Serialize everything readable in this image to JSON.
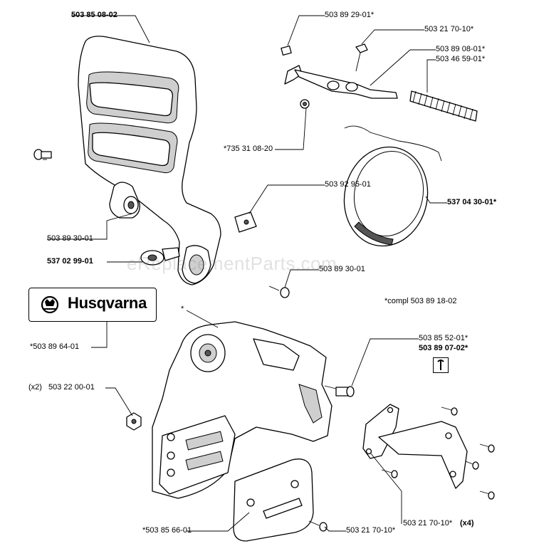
{
  "labels": {
    "handguard": "503 85 08-02",
    "top_pin": "503 89 29-01*",
    "screw_top": "503 21 70-10*",
    "spring_a": "503 89 08-01*",
    "spring_b": "503 46 59-01*",
    "circlip": "*735 31 08-20",
    "washer": "503 92 95-01",
    "brake_band": "537 04 30-01*",
    "screw_left": "503 89 30-01",
    "bushing": "537 02 99-01",
    "screw_mid": "503 89 30-01",
    "compl": "*compl 503 89 18-02",
    "decal": "*503 89 64-01",
    "cover_star": "*",
    "nut_qty": "(x2)",
    "nut": "503 22 00-01",
    "pin_a": "503 85 52-01*",
    "pin_b": "503 89 07-02*",
    "plate": "*503 85 66-01",
    "screw_bottom": "503 21 70-10*",
    "screw_right": "503 21 70-10*",
    "screw_right_qty": "(x4)"
  },
  "logo": {
    "text": "Husqvarna",
    "icon": "husqvarna-crown-icon"
  },
  "tool_icon": "wrench-icon",
  "watermark": "eReplacementParts.com"
}
